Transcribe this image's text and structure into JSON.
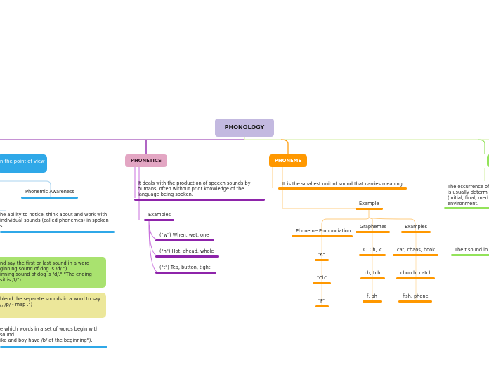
{
  "root": "PHONOLOGY",
  "colors": {
    "purple": "#8e24aa",
    "pink": "#e3a6c3",
    "orange": "#ff9800",
    "blue": "#2fa8e8",
    "green": "#93e35a",
    "root_bg": "#c3b9e0"
  },
  "left_branch": {
    "topic": "n the point of view",
    "phonemic_awareness": "Phonemic Awareness",
    "pa_desc": [
      "he ability to notice, think about and work with",
      "individual sounds (called phonemes) in spoken",
      "s."
    ],
    "green_box": [
      "nd say the first or last sound in a word",
      "ginning sound of dog is /d/.\").",
      "inning sound of dog is /d/.\" \"The ending",
      "sit is /t/\")."
    ],
    "yellow_box": [
      "blend the separate sounds in a word to say",
      "",
      "/, /p/ - map .\")"
    ],
    "bottom_text": [
      "e which words in a set of words begin with",
      " sound.",
      "ike and boy have /b/ at the beginning\")."
    ]
  },
  "phonetics": {
    "title": "PHONETICS",
    "desc": "It deals with the production of speech sounds by humans, often without prior knowledge of the language being spoken.",
    "examples_label": "Examples",
    "examples": [
      "(\"w\") When, wet, one",
      "(\"h\") Hot, ahead, whole",
      "(\"t\") Tea, button, tight"
    ]
  },
  "phoneme": {
    "title": "PHONEME",
    "desc": "It is the smallest unit of sound that carries meaning.",
    "example_label": "Example",
    "pronunciation": {
      "label": "Phoneme Pronunciation",
      "items": [
        "\"K\"",
        "\"Ch\"",
        "\"F\""
      ]
    },
    "graphemes": {
      "label": "Graphemes",
      "items": [
        "C, Ch, k",
        "ch, tch",
        "f, ph"
      ]
    },
    "examples": {
      "label": "Examples",
      "items": [
        "cat, chaos, book",
        "church, catch",
        "fish, phone"
      ]
    }
  },
  "right_branch": {
    "desc": "The occurrence of  is usually determi (initial, final, med environment.",
    "sub": "The t sound in"
  }
}
